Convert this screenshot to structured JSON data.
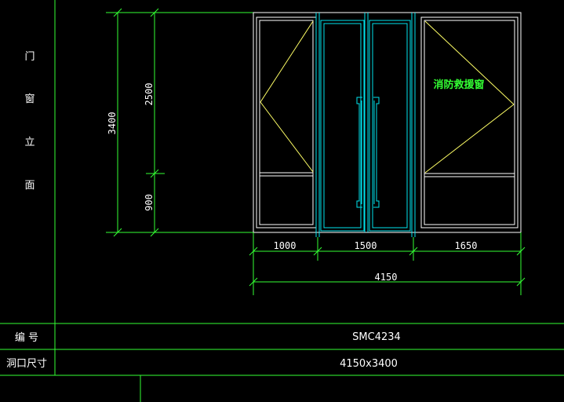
{
  "sidebar": {
    "title_chars": [
      "门",
      "窗",
      "立",
      "面"
    ]
  },
  "dimensions": {
    "vertical_total": "3400",
    "vertical_upper": "2500",
    "vertical_lower": "900",
    "horizontal_left": "1000",
    "horizontal_middle": "1500",
    "horizontal_right": "1650",
    "horizontal_total": "4150"
  },
  "window": {
    "right_panel_label": "消防救援窗"
  },
  "table": {
    "row1_label": "编 号",
    "row1_value": "SMC4234",
    "row2_label": "洞口尺寸",
    "row2_value": "4150x3400"
  },
  "colors": {
    "background": "#000000",
    "frame": "#ffffff",
    "dimension": "#33ff33",
    "door": "#00e5ee",
    "diagonal": "#ffff66",
    "label": "#33ff33"
  }
}
